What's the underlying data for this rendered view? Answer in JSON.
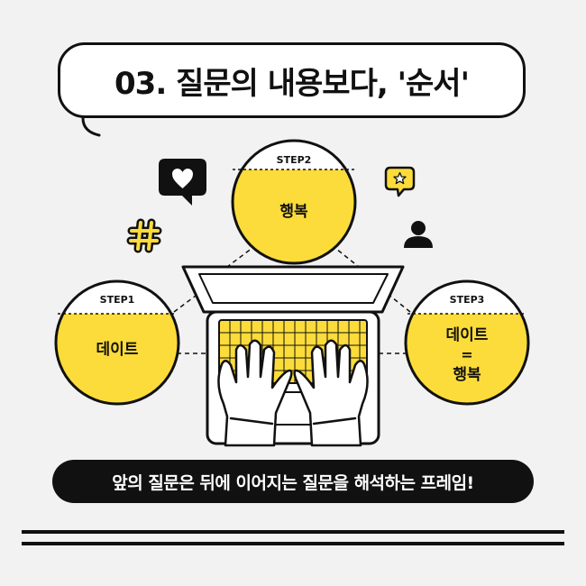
{
  "title": "03. 질문의 내용보다, '순서'",
  "steps": [
    {
      "label": "STEP1",
      "text": "데이트"
    },
    {
      "label": "STEP2",
      "text": "행복"
    },
    {
      "label": "STEP3",
      "lines": [
        "데이트",
        "=",
        "행복"
      ]
    }
  ],
  "icons": {
    "heart": "heart-chat-icon",
    "hash": "hashtag-icon",
    "star": "star-chat-icon",
    "person": "person-icon"
  },
  "banner": "앞의 질문은 뒤에 이어지는 질문을 해석하는 프레임!",
  "colors": {
    "accent": "#fbdc3a",
    "ink": "#111111",
    "background": "#f2f2f2"
  }
}
